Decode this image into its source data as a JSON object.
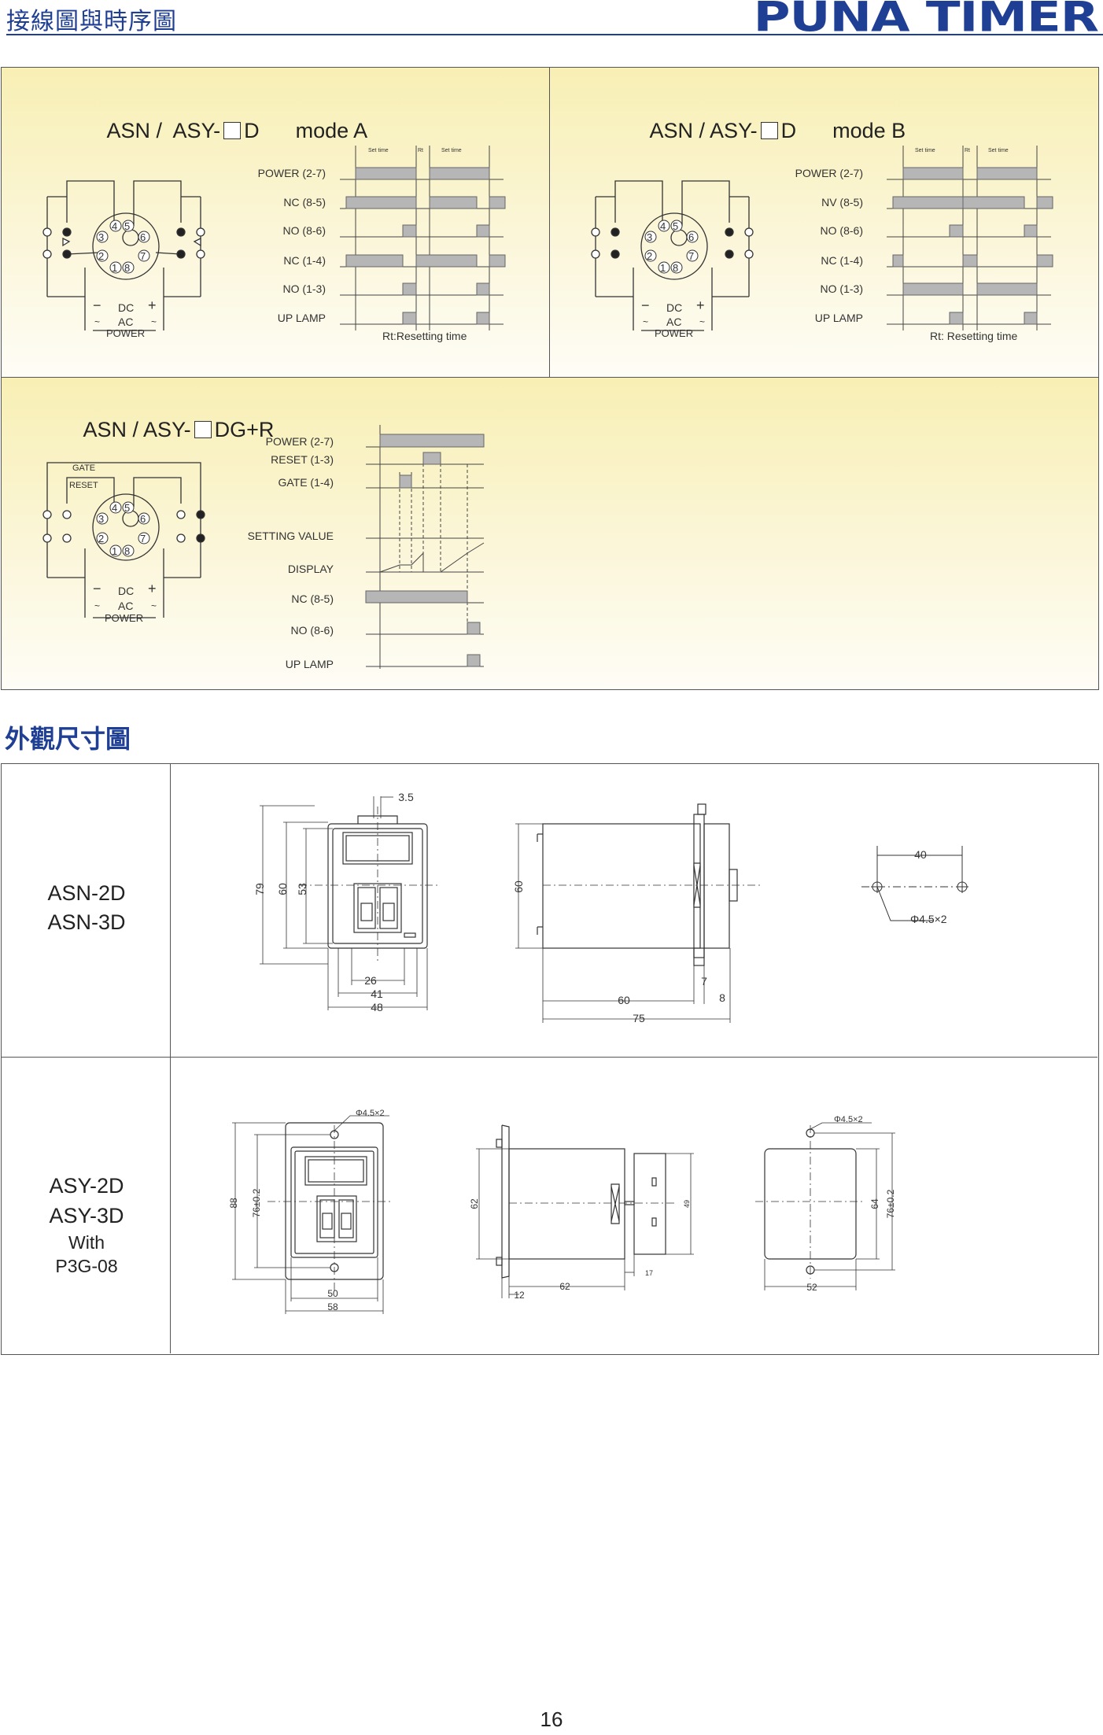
{
  "header": {
    "title": "接線圖與時序圖",
    "brand": "PUNA   TIMER"
  },
  "mode_a": {
    "title_prefix": "ASN /  ASY-",
    "title_suffix": "D",
    "mode": "mode A",
    "signals": [
      "POWER (2-7)",
      "NC (8-5)",
      "NO (8-6)",
      "NC (1-4)",
      "NO (1-3)",
      "UP LAMP"
    ],
    "note": "Rt:Resetting time",
    "dim_labels": [
      "Set time",
      "Rt",
      "Set time"
    ]
  },
  "mode_b": {
    "title_prefix": "ASN / ASY-",
    "title_suffix": "D",
    "mode": "mode B",
    "signals": [
      "POWER (2-7)",
      "NV (8-5)",
      "NO (8-6)",
      "NC (1-4)",
      "NO (1-3)",
      "UP LAMP"
    ],
    "note": "Rt: Resetting time",
    "dim_labels": [
      "Set time",
      "Rt",
      "Set time"
    ]
  },
  "mode_dg": {
    "title_prefix": "ASN / ASY-",
    "title_suffix": "DG+R",
    "signals": [
      "POWER (2-7)",
      "RESET (1-3)",
      "GATE (1-4)",
      "SETTING VALUE",
      "DISPLAY",
      "NC (8-5)",
      "NO (8-6)",
      "UP LAMP"
    ],
    "gate_label": "GATE",
    "reset_label": "RESET"
  },
  "socket": {
    "pins": [
      "1",
      "2",
      "3",
      "4",
      "5",
      "6",
      "7",
      "8"
    ],
    "dc": "DC",
    "ac": "AC",
    "power": "POWER",
    "minus": "−",
    "plus": "+",
    "tilde": "~"
  },
  "dimensions": {
    "section_title": "外觀尺寸圖",
    "asn": {
      "models": [
        "ASN-2D",
        "ASN-3D"
      ],
      "front": {
        "top": "3.5",
        "h79": "79",
        "h60": "60",
        "h53": "53",
        "w26": "26",
        "w41": "41",
        "w48": "48"
      },
      "side": {
        "h60": "60",
        "w60": "60",
        "w75": "75",
        "w7": "7",
        "w8": "8"
      },
      "cutout": {
        "w40": "40",
        "hole": "Φ4.5×2"
      }
    },
    "asy": {
      "models": [
        "ASY-2D",
        "ASY-3D",
        "With",
        "P3G-08"
      ],
      "front": {
        "hole": "Φ4.5×2",
        "h88": "88",
        "h76": "76±0.2",
        "w50": "50",
        "w58": "58"
      },
      "side": {
        "h62": "62",
        "h49": "49",
        "w12": "12",
        "w62": "62",
        "w17": "17"
      },
      "cutout": {
        "hole": "Φ4.5×2",
        "h64": "64",
        "h76": "76±0.2",
        "w52": "52"
      }
    }
  },
  "page_number": "16"
}
